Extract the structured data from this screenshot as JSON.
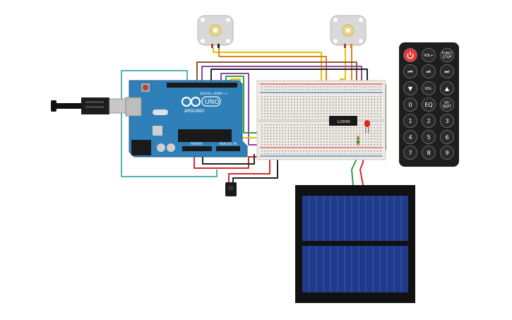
{
  "arduino": {
    "brand": "ARDUINO",
    "model": "UNO",
    "header_digital": "DIGITAL (PWM ~)",
    "header_power": "POWER",
    "header_analog": "ANALOG IN"
  },
  "driver": {
    "label": "L293D"
  },
  "remote": {
    "buttons": [
      "",
      "VOL+",
      "FUNC/\nSTOP",
      "⏮",
      "⏯",
      "⏭",
      "▼",
      "VOL-",
      "▲",
      "0",
      "EQ",
      "ST/\nREPT",
      "1",
      "2",
      "3",
      "4",
      "5",
      "6",
      "7",
      "8",
      "9"
    ],
    "power_color": "#e53935"
  },
  "colors": {
    "board": "#2f7fb8",
    "wire_teal": "#4fb3b3",
    "wire_yellow": "#e6c000",
    "wire_orange": "#e67e22",
    "wire_purple": "#8e44ad",
    "wire_red": "#d62828",
    "wire_black": "#222222",
    "wire_green": "#2ea043",
    "wire_brown": "#8b5a2b",
    "solar_cell": "#1f3a8a"
  }
}
